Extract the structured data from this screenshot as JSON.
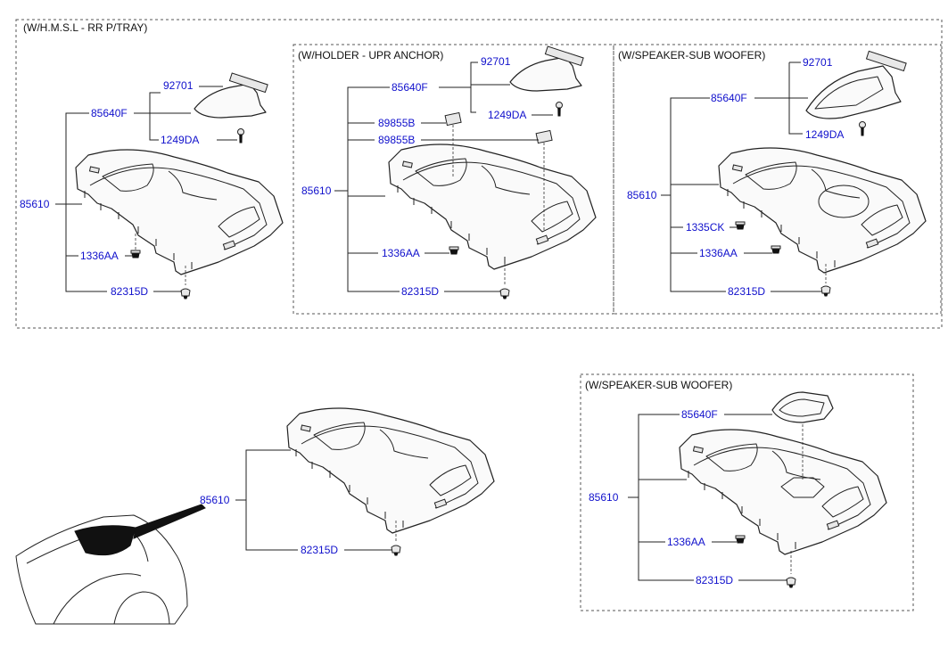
{
  "diagram": {
    "groups": {
      "hmsl": {
        "title": "(W/H.M.S.L - RR P/TRAY)"
      },
      "holder": {
        "title": "(W/HOLDER - UPR ANCHOR)"
      },
      "speaker_top": {
        "title": "(W/SPEAKER-SUB WOOFER)"
      },
      "speaker_bottom": {
        "title": "(W/SPEAKER-SUB WOOFER)"
      }
    },
    "labels": {
      "g1_92701": "92701",
      "g1_85640F": "85640F",
      "g1_1249DA": "1249DA",
      "g1_85610": "85610",
      "g1_1336AA": "1336AA",
      "g1_82315D": "82315D",
      "g2_92701": "92701",
      "g2_85640F": "85640F",
      "g2_1249DA": "1249DA",
      "g2_89855B_a": "89855B",
      "g2_89855B_b": "89855B",
      "g2_85610": "85610",
      "g2_1336AA": "1336AA",
      "g2_82315D": "82315D",
      "g3_92701": "92701",
      "g3_85640F": "85640F",
      "g3_1249DA": "1249DA",
      "g3_85610": "85610",
      "g3_1335CK": "1335CK",
      "g3_1336AA": "1336AA",
      "g3_82315D": "82315D",
      "g4_85610": "85610",
      "g4_82315D": "82315D",
      "g5_85640F": "85640F",
      "g5_85610": "85610",
      "g5_1336AA": "1336AA",
      "g5_82315D": "82315D"
    },
    "colors": {
      "part_number": "#1010cc",
      "line": "#222222",
      "group_border": "#555555"
    }
  }
}
